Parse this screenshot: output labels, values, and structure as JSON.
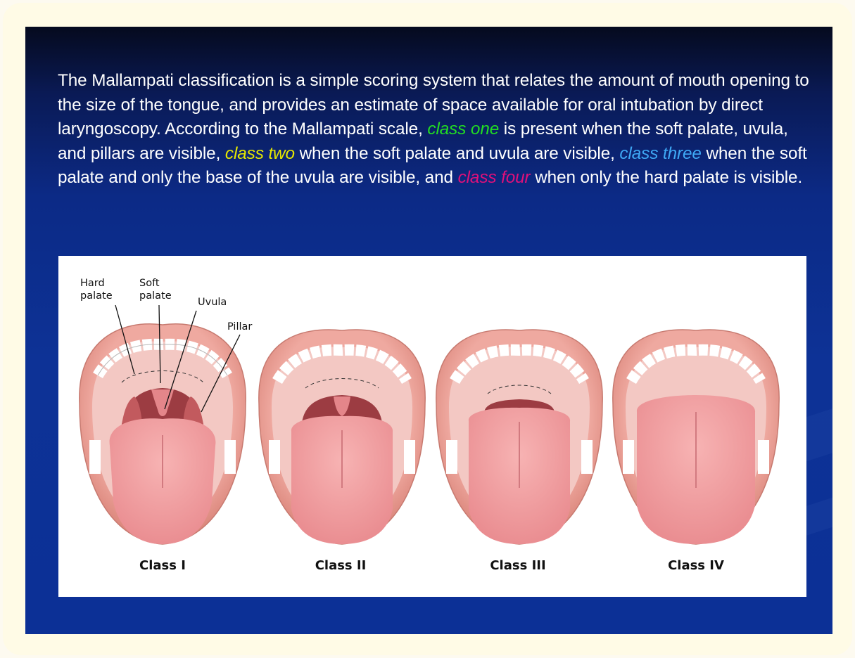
{
  "paragraph": {
    "p1": "The Mallampati  classification is a simple scoring system that relates the amount of mouth opening to the size of the tongue, and provides an estimate of space available for oral intubation by direct laryngoscopy. According to the Mallampati scale, ",
    "class_one": "class one",
    "p2": " is present when the soft palate, uvula, and pillars are visible, ",
    "class_two": "class two",
    "p3": " when the soft palate and uvula are visible, ",
    "class_three": "class three",
    "p4": " when the soft palate and only the base of the uvula are visible, and ",
    "class_four": "class four",
    "p5": " when only the hard palate is visible."
  },
  "highlight_colors": {
    "class_one": "#22dd22",
    "class_two": "#e6e800",
    "class_three": "#3fa9f5",
    "class_four": "#e0107a"
  },
  "anatomy_labels": {
    "hard_palate_1": "Hard",
    "hard_palate_2": "palate",
    "soft_palate_1": "Soft",
    "soft_palate_2": "palate",
    "uvula": "Uvula",
    "pillar": "Pillar"
  },
  "classes": [
    "Class I",
    "Class II",
    "Class III",
    "Class IV"
  ]
}
